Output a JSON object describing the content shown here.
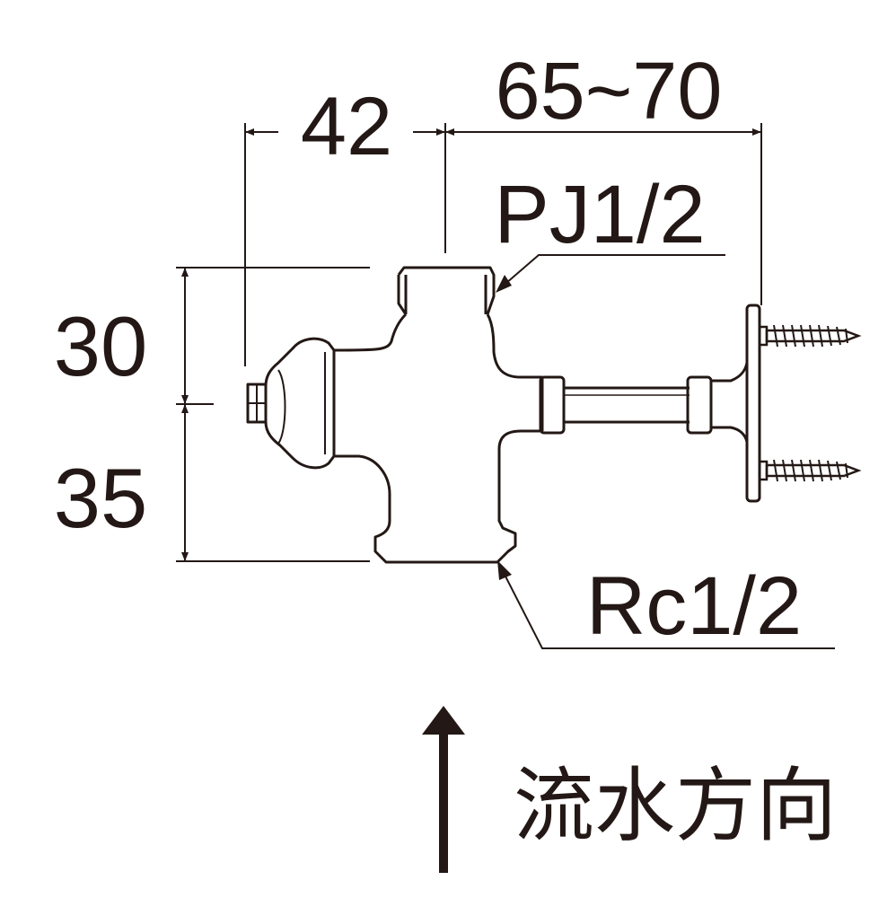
{
  "dimensions": {
    "width_left": "42",
    "width_right": "65~70",
    "height_upper": "30",
    "height_lower": "35"
  },
  "callouts": {
    "top_connection": "PJ1/2",
    "bottom_connection": "Rc1/2"
  },
  "flow_label": "流水方向",
  "colors": {
    "ink": "#231815",
    "background": "#ffffff"
  }
}
